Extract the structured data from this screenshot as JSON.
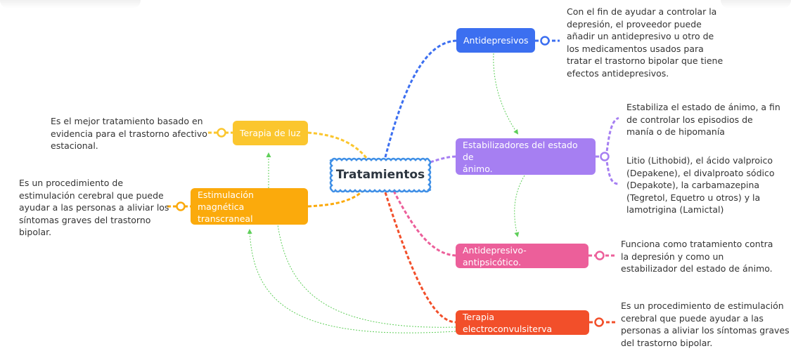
{
  "center": {
    "label": "Tratamientos"
  },
  "branches": [
    {
      "key": "antidep",
      "label": "Antidepresivos",
      "color": "#3c6ff0",
      "description": [
        "Con el fin de ayudar a controlar la",
        "depresión, el proveedor puede",
        "añadir un antidepresivo u otro de",
        "los medicamentos usados para",
        "tratar el trastorno bipolar que tiene",
        "efectos antidepresivos."
      ]
    },
    {
      "key": "estab",
      "label": [
        "Estabilizadores del estado de",
        "ánimo."
      ],
      "color": "#a67ff2",
      "description_1": [
        "Estabiliza el estado de ánimo, a fin",
        "de controlar los episodios de",
        "manía o de hipomanía"
      ],
      "description_2": [
        "Litio (Lithobid), el ácido valproico",
        "(Depakene), el divalproato sódico",
        "(Depakote), la carbamazepina",
        "(Tegretol, Equetro u otros) y la",
        "lamotrigina (Lamictal)"
      ]
    },
    {
      "key": "antipsi",
      "label": "Antidepresivo-antipsicótico.",
      "color": "#ec5f9a",
      "description": [
        "Funciona como tratamiento contra",
        "la depresión y como un",
        "estabilizador del estado de ánimo."
      ]
    },
    {
      "key": "electro",
      "label": "Terapia electroconvulsiterva",
      "color": "#f24f2a",
      "description": [
        "Es un procedimiento de estimulación",
        "cerebral que puede ayudar a las",
        "personas a aliviar los síntomas graves",
        "del trastorno bipolar."
      ]
    },
    {
      "key": "luz",
      "label": "Terapia de luz",
      "color": "#fbc62e",
      "description": [
        "Es el mejor tratamiento basado en",
        "evidencia para el trastorno afectivo",
        "estacional."
      ]
    },
    {
      "key": "estim",
      "label": [
        "Estimulación magnética",
        "transcraneal"
      ],
      "color": "#fbaa0c",
      "description": [
        "Es un procedimiento de",
        "estimulación cerebral que puede",
        "ayudar a las personas a aliviar los",
        "síntomas graves del trastorno",
        "bipolar."
      ]
    }
  ],
  "colors": {
    "relation": "#5fcf5a",
    "center_border": "#3f8fe6"
  }
}
